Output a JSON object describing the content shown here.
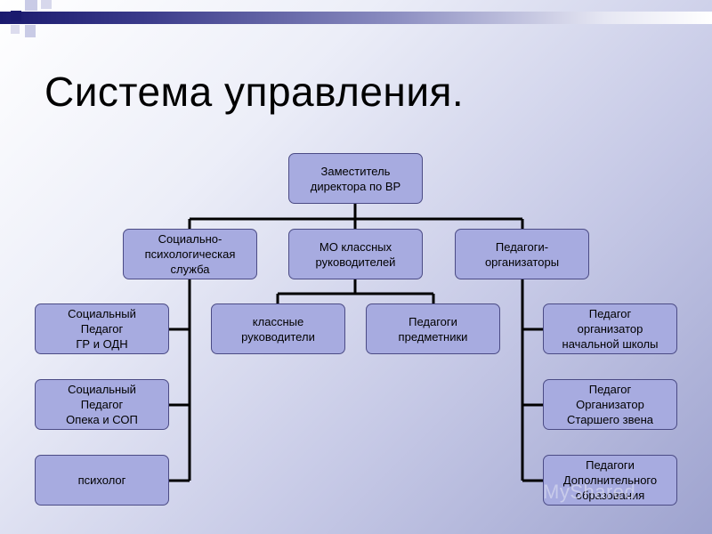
{
  "title": "Система управления.",
  "root": "Заместитель\nдиректора по ВР",
  "level2": {
    "left": "Социально-\nпсихологическая\nслужба",
    "middle": "МО классных\nруководителей",
    "right": "Педагоги-\nорганизаторы"
  },
  "left_children": [
    "Социальный\nПедагог\nГР и ОДН",
    "Социальный\nПедагог\nОпека и СОП",
    "психолог"
  ],
  "middle_children": [
    "классные\nруководители",
    "Педагоги\nпредметники"
  ],
  "right_children": [
    "Педагог\nорганизатор\nначальной школы",
    "Педагог\nОрганизатор\nСтаршего звена",
    "Педагоги\nДополнительного\nобразования"
  ],
  "watermark": "MyShared"
}
